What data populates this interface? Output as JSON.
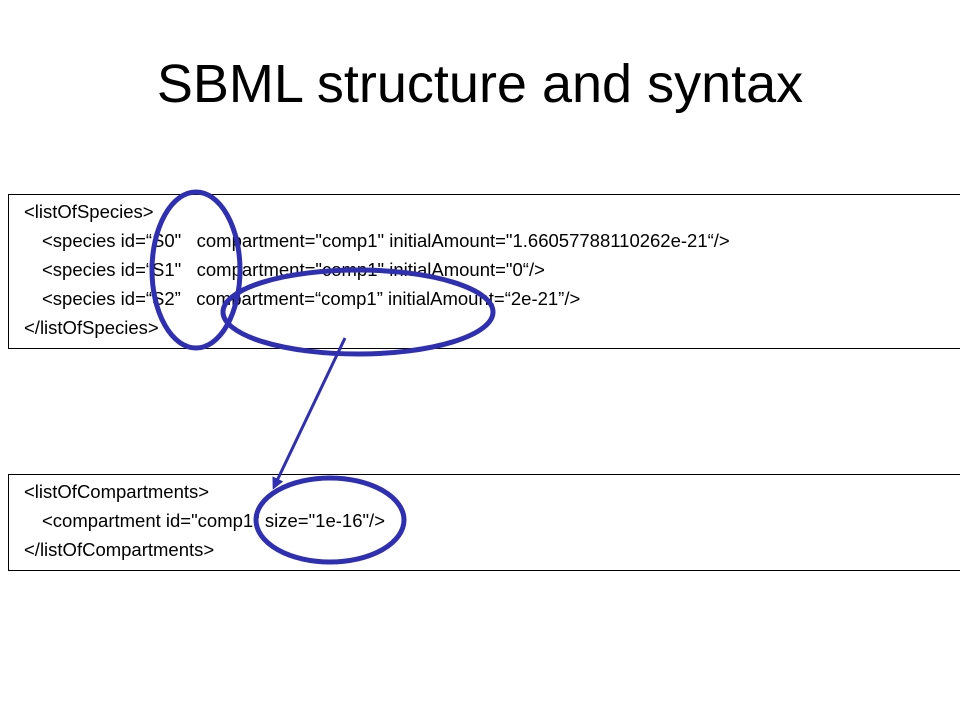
{
  "title": "SBML structure and syntax",
  "species_block": {
    "open_tag": "<listOfSpecies>",
    "rows": [
      "<species id=“S0\"   compartment=\"comp1\" initialAmount=\"1.66057788110262e-21“/>",
      "<species id=“S1\"   compartment=\"comp1\" initialAmount=\"0“/>",
      "<species id=“S2”   compartment=“comp1” initialAmount=“2e-21”/>"
    ],
    "close_tag": "</listOfSpecies>"
  },
  "compartments_block": {
    "open_tag": "<listOfCompartments>",
    "row": "<compartment id=\"comp1\" size=\"1e-16\"/>",
    "close_tag": "</listOfCompartments>"
  },
  "colors": {
    "highlight": "#2f2fb3",
    "text": "#000000",
    "border": "#000000"
  }
}
